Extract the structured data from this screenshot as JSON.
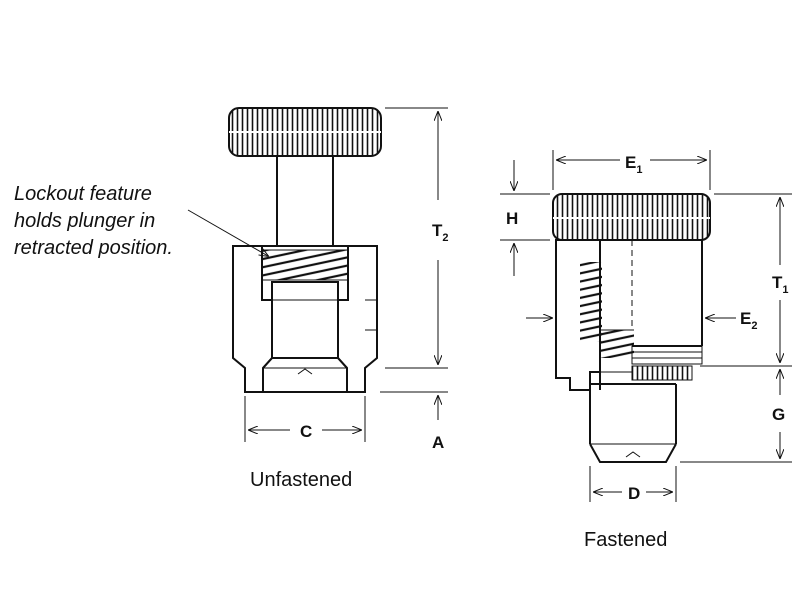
{
  "note": {
    "lines": [
      "Lockout feature",
      "holds plunger in",
      "retracted position."
    ]
  },
  "captions": {
    "left": "Unfastened",
    "right": "Fastened"
  },
  "dims": {
    "t2": {
      "main": "T",
      "sub": "2"
    },
    "c": "C",
    "a": "A",
    "e1": {
      "main": "E",
      "sub": "1"
    },
    "h": "H",
    "t1": {
      "main": "T",
      "sub": "1"
    },
    "e2": {
      "main": "E",
      "sub": "2"
    },
    "g": "G",
    "d": "D"
  }
}
